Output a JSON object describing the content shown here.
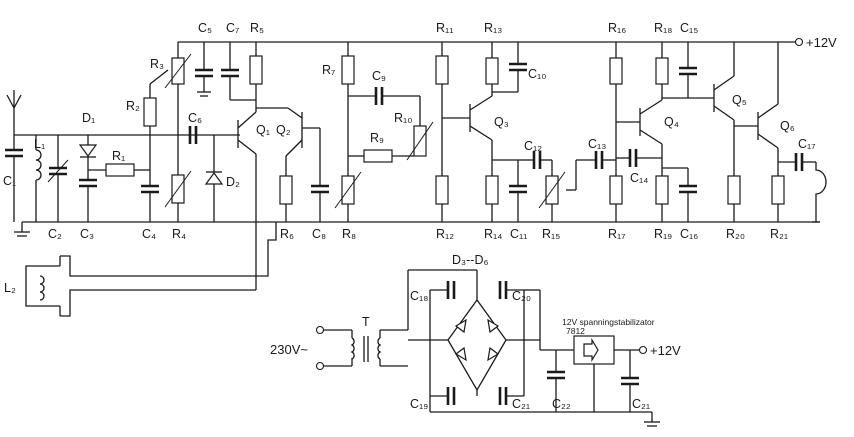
{
  "labels": {
    "C1": "C₁",
    "L1": "L₁",
    "D1": "D₁",
    "C2": "C₂",
    "C3": "C₃",
    "R1": "R₁",
    "R2": "R₂",
    "R3": "R₃",
    "C4": "C₄",
    "R4": "R₄",
    "C5": "C₅",
    "C6": "C₆",
    "C7": "C₇",
    "R5": "R₅",
    "Q1": "Q₁",
    "Q2": "Q₂",
    "D2": "D₂",
    "R6": "R₆",
    "C8": "C₈",
    "R8": "R₈",
    "R7": "R₇",
    "C9": "C₉",
    "R9": "R₉",
    "R10": "R₁₀",
    "R11": "R₁₁",
    "R12": "R₁₂",
    "R13": "R₁₃",
    "C10": "C₁₀",
    "Q3": "Q₃",
    "C12": "C₁₂",
    "R14": "R₁₄",
    "C11": "C₁₁",
    "R15": "R₁₅",
    "C13": "C₁₃",
    "R16": "R₁₆",
    "R17": "R₁₇",
    "C14": "C₁₄",
    "R18": "R₁₈",
    "C15": "C₁₅",
    "Q4": "Q₄",
    "R19": "R₁₉",
    "C16": "C₁₆",
    "Q5": "Q₅",
    "Q6": "Q₆",
    "R20": "R₂₀",
    "R21": "R₂₁",
    "C17": "C₁₇",
    "L2": "L₂",
    "D3D6": "D₃--D₆",
    "C18": "C₁₈",
    "C19": "C₁₉",
    "C20": "C₂₀",
    "C21a": "C₂₁",
    "C22": "C₂₂",
    "C21b": "C₂₁",
    "T": "T"
  },
  "supply_top": "+12V",
  "supply_bottom": "+12V",
  "mains": "230V~",
  "regulator_title": "12V spanningstabilizator",
  "regulator_part": "7812"
}
